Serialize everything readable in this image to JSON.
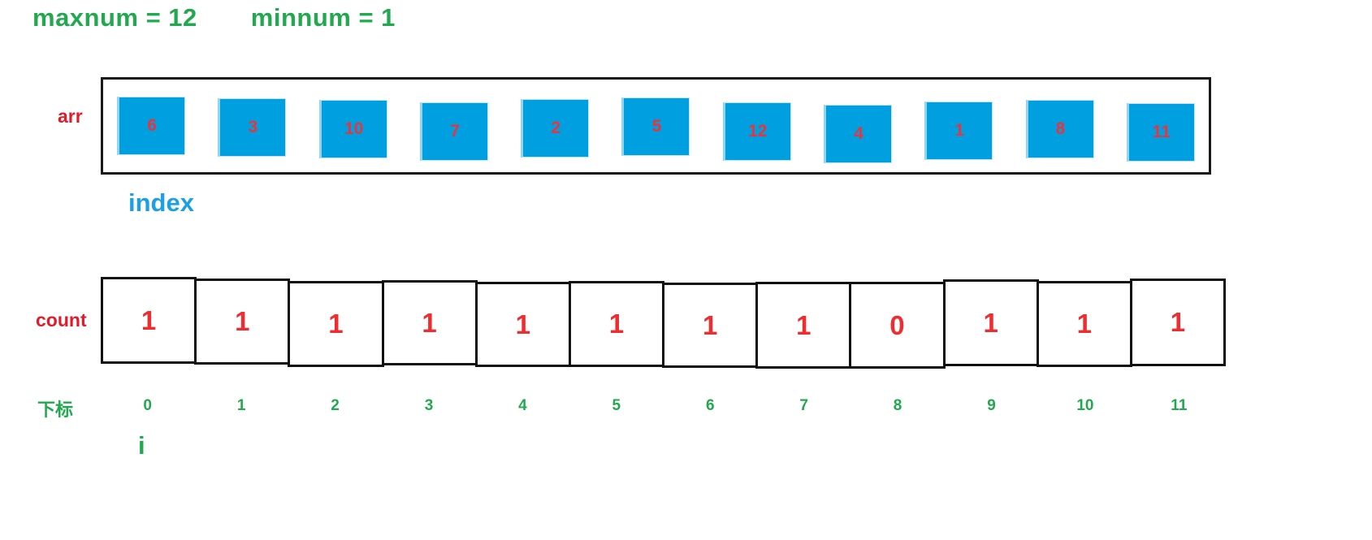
{
  "header": {
    "maxnum_text": "maxnum = 12",
    "minnum_text": "minnum = 1",
    "maxnum_value": 12,
    "minnum_value": 1,
    "color": "#22a84f"
  },
  "array_section": {
    "label": "arr",
    "label_color": "#e01b2a",
    "pointer_label": "index",
    "pointer_color": "#1ba0e4",
    "cell_fill": "#00a0e0",
    "value_color": "#e8343c",
    "values": [
      6,
      3,
      10,
      7,
      2,
      5,
      12,
      4,
      1,
      8,
      11
    ]
  },
  "count_section": {
    "label": "count",
    "label_color": "#e01b2a",
    "value_color": "#ef2c30",
    "border_color": "#111111",
    "values": [
      1,
      1,
      1,
      1,
      1,
      1,
      1,
      1,
      0,
      1,
      1,
      1
    ]
  },
  "subscript_section": {
    "label": "下标",
    "color": "#22a84f",
    "indices": [
      0,
      1,
      2,
      3,
      4,
      5,
      6,
      7,
      8,
      9,
      10,
      11
    ],
    "pointer_label": "i",
    "pointer_index": 0
  }
}
